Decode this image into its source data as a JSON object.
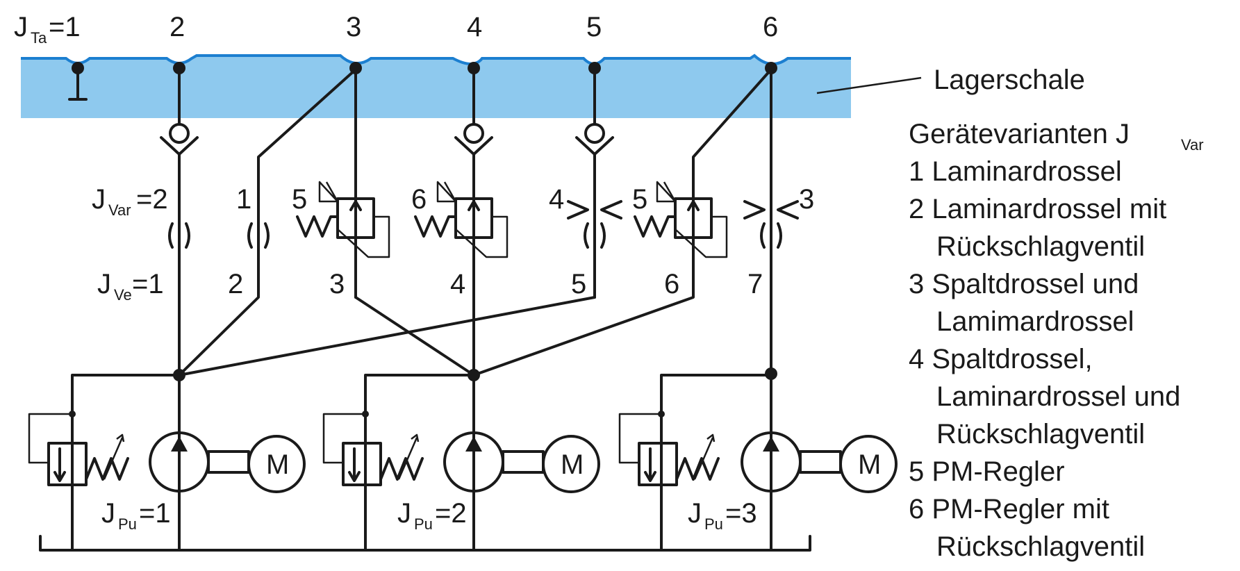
{
  "bearing": {
    "label": "Lagerschale",
    "fill_color": "#8ec9ee",
    "edge_color": "#1c7fd0"
  },
  "pockets": {
    "prefix": "J",
    "first_sub": "Ta",
    "first_value": "=1",
    "numbers": [
      "2",
      "3",
      "4",
      "5",
      "6"
    ]
  },
  "variants": {
    "title_main": "Gerätevarianten J",
    "title_sub": "Var",
    "lines": [
      "1 Laminardrossel",
      "2 Laminardrossel mit",
      "Rückschlagventil",
      "3 Spaltdrossel und",
      "Lamimardrossel",
      "4 Spaltdrossel,",
      "Laminardrossel und",
      "Rückschlagventil",
      "5 PM-Regler",
      "6 PM-Regler mit",
      "Rückschlagventil"
    ]
  },
  "column_labels": {
    "jvar_prefix": "J",
    "jvar_sub": "Var",
    "jvar_value": "=2",
    "jve_prefix": "J",
    "jve_sub": "Ve",
    "jve_value": "=1",
    "branch_numbers": [
      "2",
      "3",
      "4",
      "5",
      "6",
      "7"
    ],
    "device_numbers": [
      "1",
      "5",
      "6",
      "4",
      "5",
      "3"
    ]
  },
  "pumps": {
    "prefix": "J",
    "sub": "Pu",
    "values": [
      "=1",
      "=2",
      "=3"
    ],
    "motor_letter": "M"
  }
}
